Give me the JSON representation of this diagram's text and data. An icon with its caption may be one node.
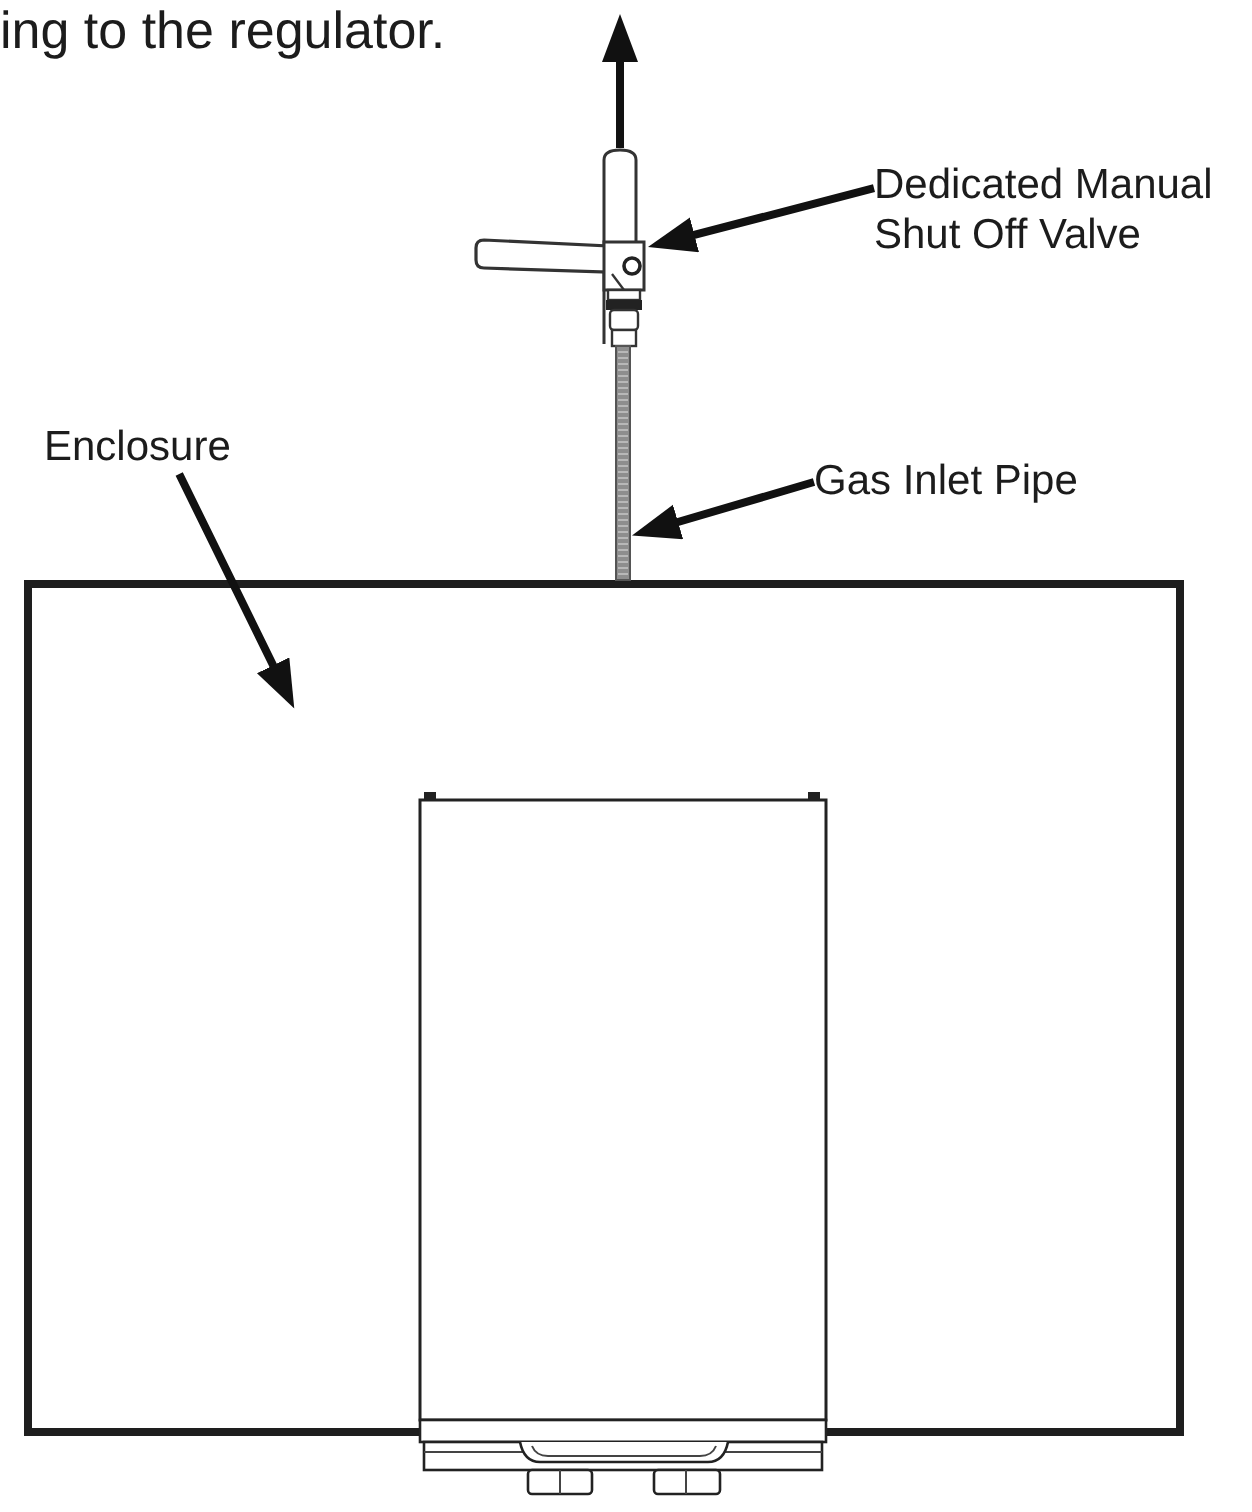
{
  "diagram": {
    "nodes": [
      {
        "text": [
          "Dedicated Manual Shut Off Valve"
        ]
      },
      {
        "text": [],
        "shape": "picture"
      },
      {
        "text": [
          "Enclosure"
        ]
      },
      {
        "text": [
          "Gas Inlet Pipe"
        ]
      },
      {
        "text": [],
        "shape": "bar"
      },
      {
        "text": [],
        "shape": "box"
      }
    ],
    "edges": [
      {
        "from": 1,
        "to": null,
        "arrow": "to"
      },
      {
        "from": 0,
        "to": 1,
        "arrow": "to"
      },
      {
        "from": 2,
        "to": 5,
        "arrow": "to"
      },
      {
        "from": 3,
        "to": 4,
        "arrow": "to"
      }
    ],
    "labels": [
      "ing to the regulator."
    ]
  }
}
